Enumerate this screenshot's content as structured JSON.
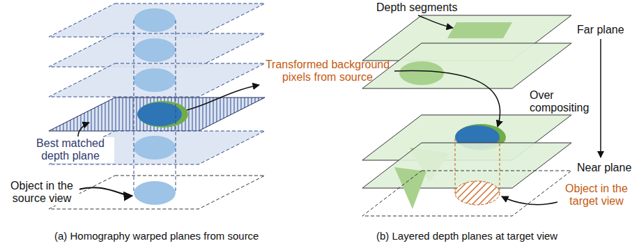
{
  "diagram": {
    "labels": [
      "Depth segments",
      "Far plane",
      "Over compositing",
      "Transformed background pixels from source",
      "Best matched depth plane",
      "Object in the source view",
      "Near plane",
      "Object in the target view",
      "(a) Homography warped planes from source",
      "(b) Layered depth planes at target view"
    ]
  }
}
